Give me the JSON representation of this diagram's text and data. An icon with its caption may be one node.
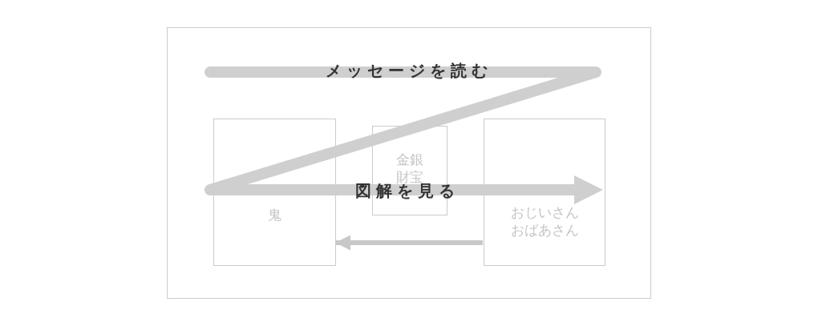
{
  "diagram": {
    "nodes": [
      {
        "text": [],
        "shape": "box"
      },
      {
        "text": [
          "鬼"
        ],
        "in": 0
      },
      {
        "text": [
          "金銀財宝"
        ],
        "in": 0
      },
      {
        "text": [
          "おじいさんおばあさん"
        ],
        "in": 0
      }
    ],
    "edges": [
      {
        "from": 3,
        "to": 1,
        "arrow": "to"
      }
    ],
    "labels": [
      "メッセージを読む",
      "図解を見る"
    ]
  }
}
